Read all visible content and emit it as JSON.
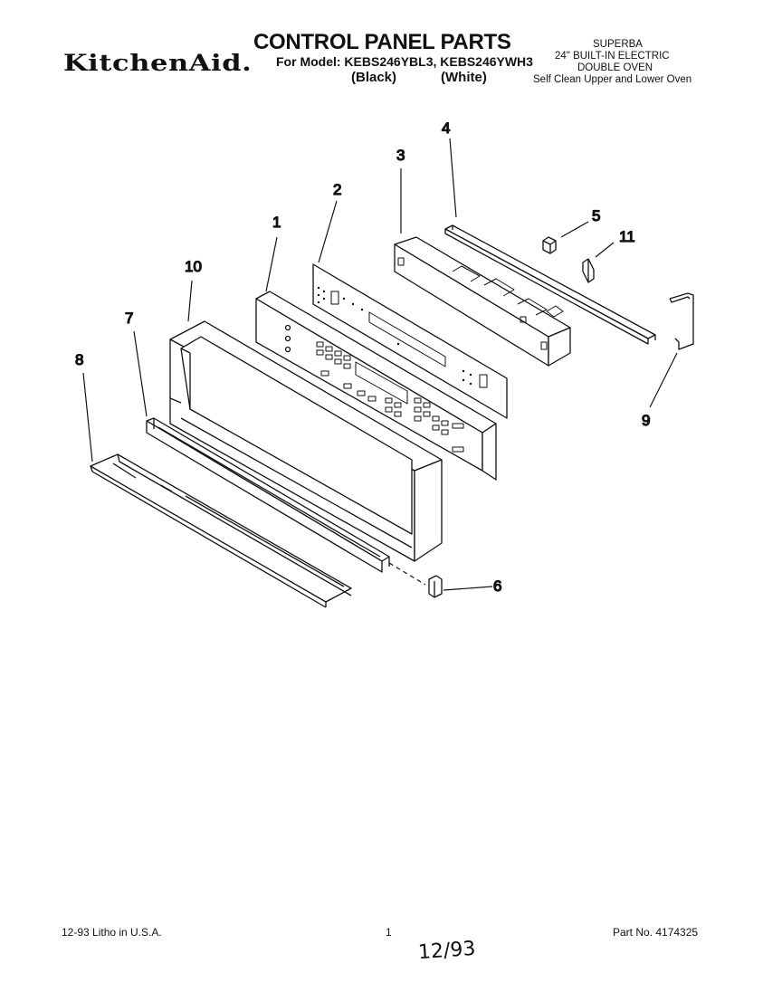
{
  "header": {
    "brand_logo": "KitchenAid.",
    "title": "CONTROL PANEL PARTS",
    "model_line": "For Model: KEBS246YBL3, KEBS246YWH3",
    "color_black": "(Black)",
    "color_white": "(White)"
  },
  "product_info": {
    "line1": "SUPERBA",
    "line2": "24\" BUILT-IN ELECTRIC",
    "line3": "DOUBLE OVEN",
    "line4": "Self Clean Upper and Lower Oven"
  },
  "callouts": {
    "c1": "1",
    "c2": "2",
    "c3": "3",
    "c4": "4",
    "c5": "5",
    "c6": "6",
    "c7": "7",
    "c8": "8",
    "c9": "9",
    "c10": "10",
    "c11": "11"
  },
  "footer": {
    "litho": "12-93 Litho in U.S.A.",
    "page": "1",
    "part_no": "Part No. 4174325",
    "handwritten": "12/93"
  }
}
